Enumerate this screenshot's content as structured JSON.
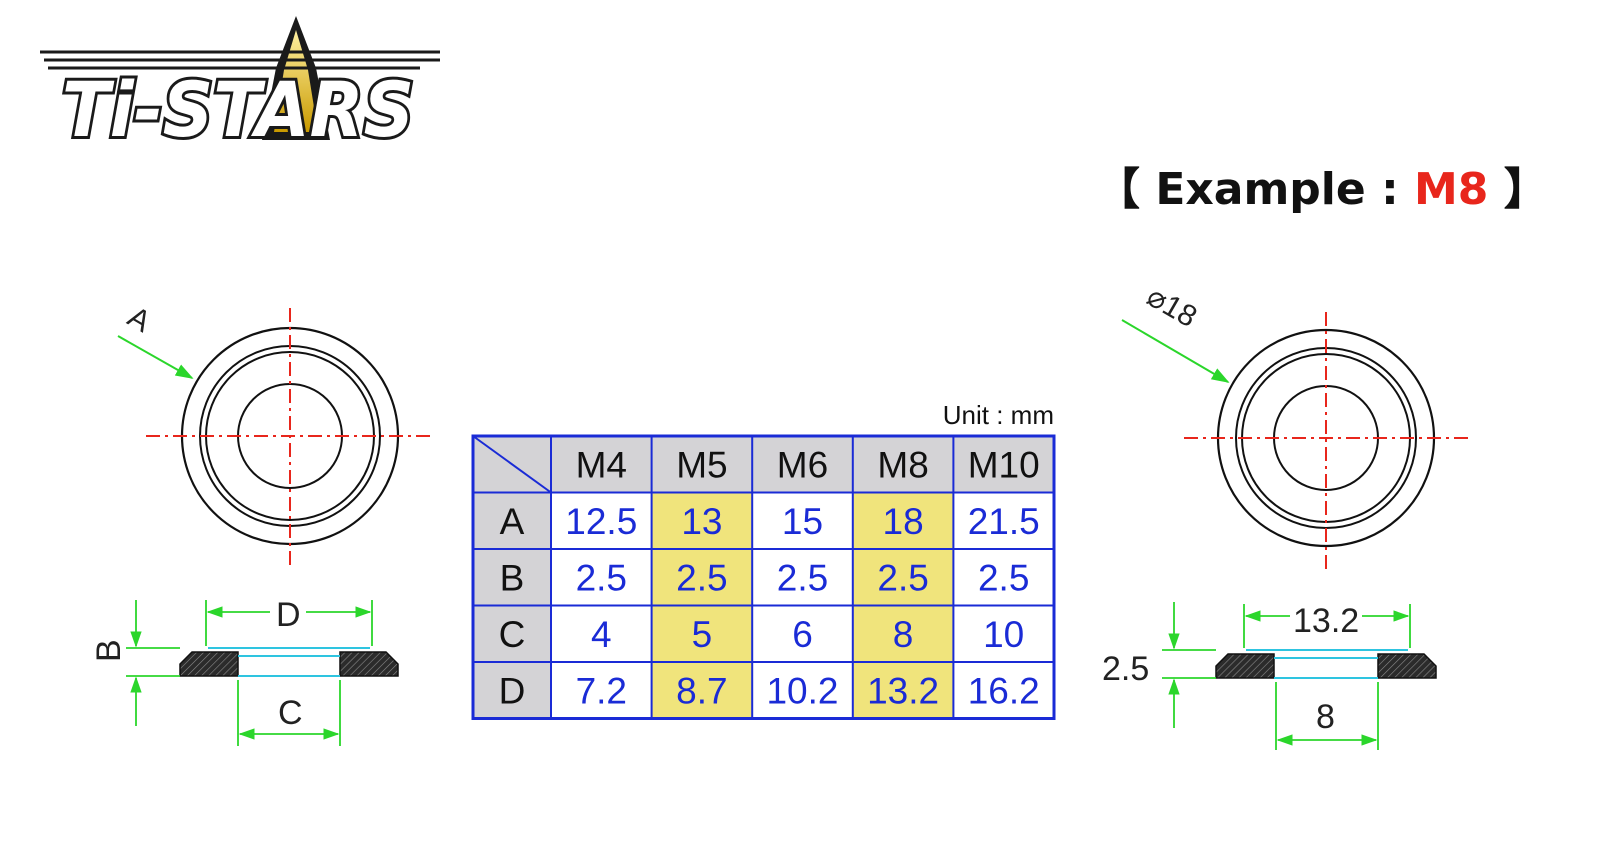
{
  "logo": {
    "text": "Ti-STARS"
  },
  "example": {
    "bracket_open": "【",
    "label": "Example",
    "colon": ":",
    "value": "M8",
    "bracket_close": "】",
    "value_color": "#e8261c"
  },
  "unit_label": "Unit : mm",
  "table": {
    "columns": [
      "M4",
      "M5",
      "M6",
      "M8",
      "M10"
    ],
    "rows": [
      {
        "label": "A",
        "values": [
          "12.5",
          "13",
          "15",
          "18",
          "21.5"
        ]
      },
      {
        "label": "B",
        "values": [
          "2.5",
          "2.5",
          "2.5",
          "2.5",
          "2.5"
        ]
      },
      {
        "label": "C",
        "values": [
          "4",
          "5",
          "6",
          "8",
          "10"
        ]
      },
      {
        "label": "D",
        "values": [
          "7.2",
          "8.7",
          "10.2",
          "13.2",
          "16.2"
        ]
      }
    ],
    "highlighted_columns": [
      "M5",
      "M8"
    ],
    "colors": {
      "border": "#1a2bd6",
      "value_text": "#1a2bd6",
      "header_bg": "#d4d3d6",
      "highlight_bg": "#f0e47c",
      "header_text": "#111111"
    }
  },
  "left_diagram": {
    "labels": {
      "a": "A",
      "b": "B",
      "c": "C",
      "d": "D"
    }
  },
  "right_diagram": {
    "labels": {
      "a": "⌀18",
      "b": "2.5",
      "c": "8",
      "d": "13.2"
    }
  },
  "colors": {
    "centerline": "#e8261c",
    "dimension": "#2bd62b",
    "outline": "#111111",
    "bore": "#2ec4e0",
    "hatch_fill": "#333333"
  }
}
